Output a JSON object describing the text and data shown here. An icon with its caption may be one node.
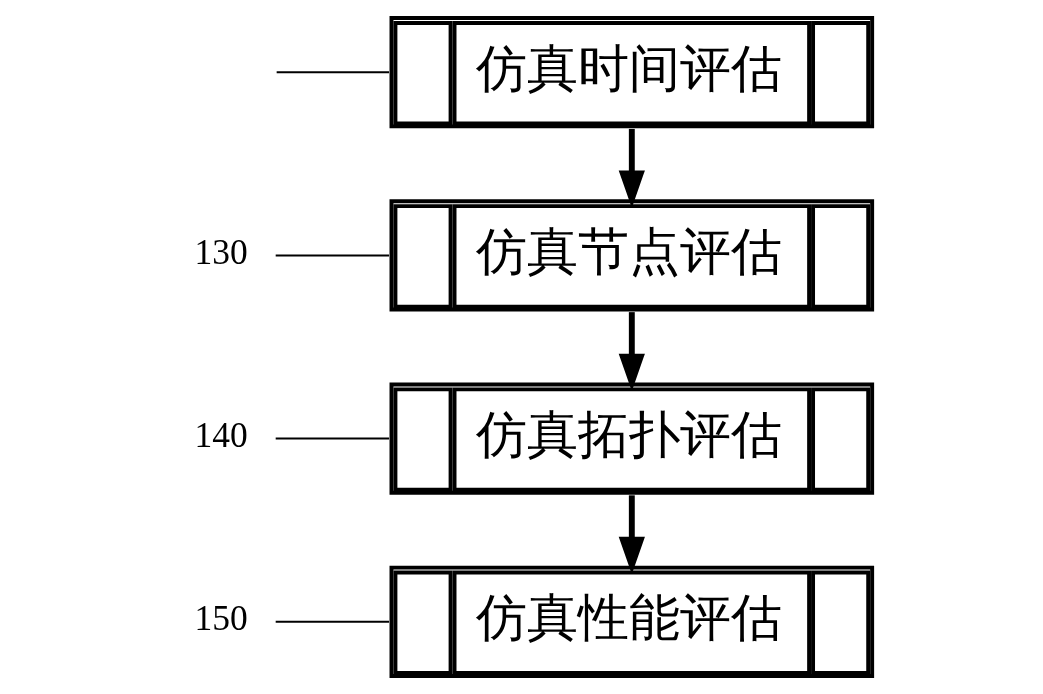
{
  "diagram": {
    "nodes": [
      {
        "text": [
          "仿真时间评估"
        ]
      },
      {
        "text": [
          "仿真节点评估"
        ]
      },
      {
        "text": [
          "仿真拓扑评估"
        ]
      },
      {
        "text": [
          "仿真性能评估"
        ]
      },
      {
        "text": [
          "130"
        ]
      },
      {
        "text": [
          "140"
        ]
      },
      {
        "text": [
          "150"
        ]
      }
    ],
    "edges": [
      {
        "from": 0,
        "to": 1,
        "arrow": "to",
        "style": "thick"
      },
      {
        "from": 1,
        "to": 2,
        "arrow": "to",
        "style": "thick"
      },
      {
        "from": 2,
        "to": 3,
        "arrow": "to",
        "style": "thick"
      },
      {
        "from": null,
        "to": 0,
        "arrow": "none"
      },
      {
        "from": 4,
        "to": 1,
        "arrow": "none"
      },
      {
        "from": 5,
        "to": 2,
        "arrow": "none"
      },
      {
        "from": 6,
        "to": 3,
        "arrow": "none"
      }
    ]
  }
}
